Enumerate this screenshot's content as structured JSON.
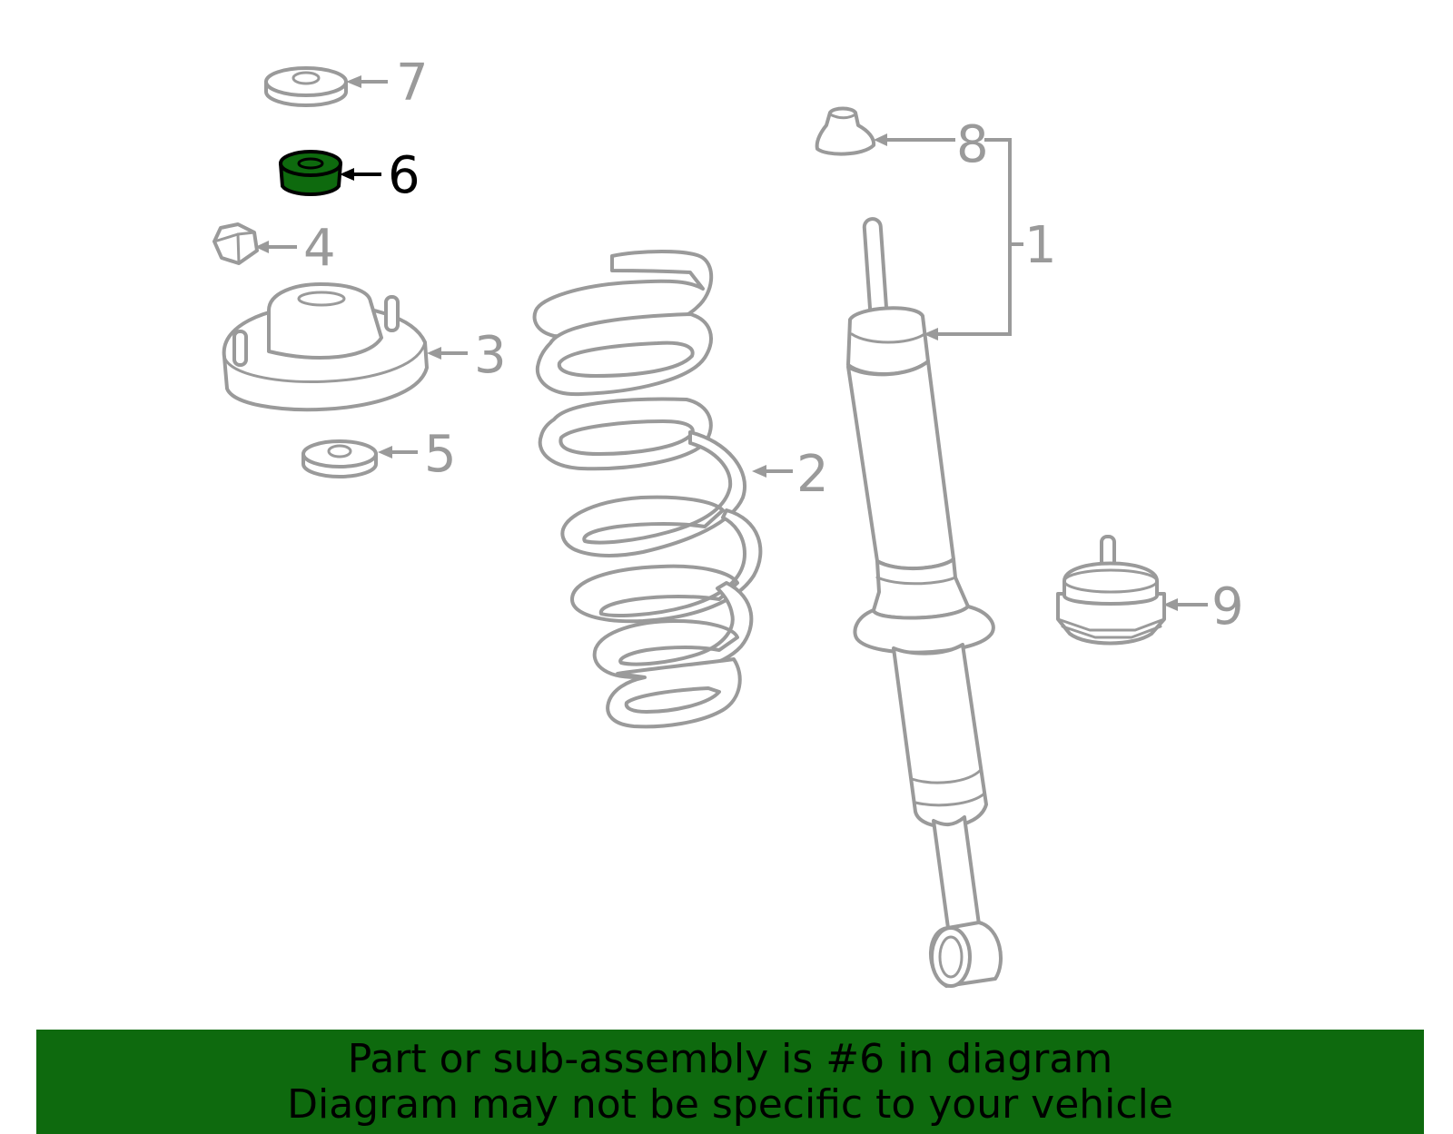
{
  "callouts": {
    "c1": "1",
    "c2": "2",
    "c3": "3",
    "c4": "4",
    "c5": "5",
    "c6": "6",
    "c7": "7",
    "c8": "8",
    "c9": "9"
  },
  "highlighted_part": "6",
  "colors": {
    "highlight": "#0e6a0e",
    "part_stroke": "#9a9a9a",
    "banner_background": "#0e6a0e"
  },
  "banner": {
    "line1": "Part or sub-assembly is #6 in diagram",
    "line2": "Diagram may not be specific to your vehicle"
  }
}
